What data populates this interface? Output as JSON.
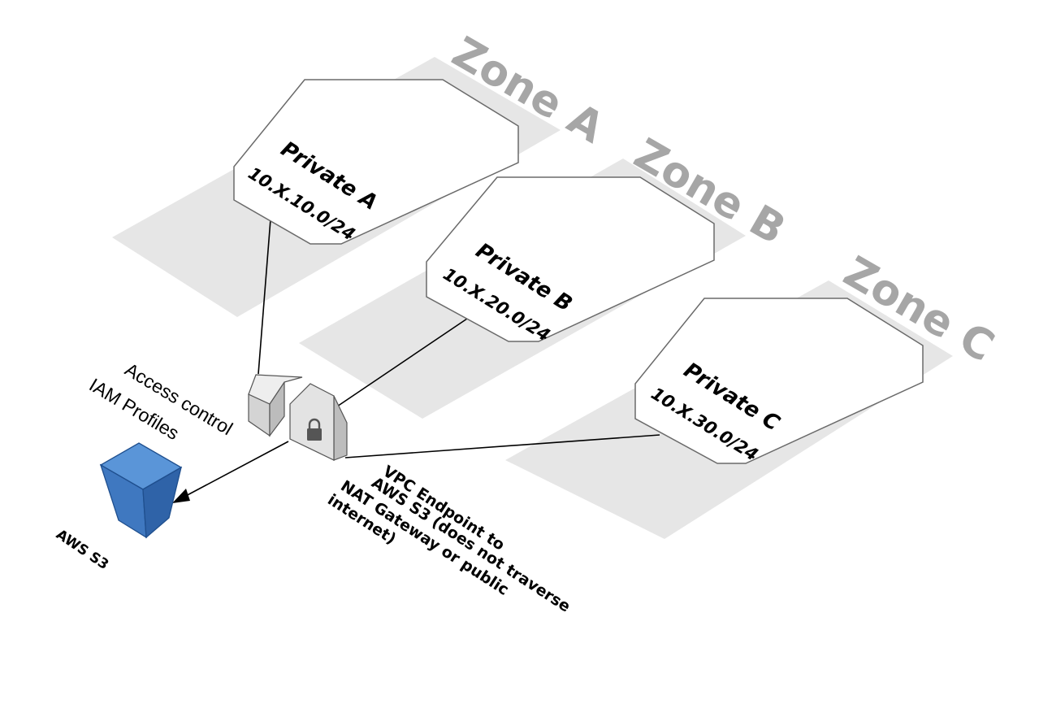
{
  "zones": [
    {
      "label": "Zone A",
      "subnet": {
        "name": "Private A",
        "cidr": "10.X.10.0/24"
      }
    },
    {
      "label": "Zone B",
      "subnet": {
        "name": "Private B",
        "cidr": "10.X.20.0/24"
      }
    },
    {
      "label": "Zone C",
      "subnet": {
        "name": "Private C",
        "cidr": "10.X.30.0/24"
      }
    }
  ],
  "access_control": {
    "line1": "Access control",
    "line2": "IAM Profiles"
  },
  "endpoint": {
    "lines": [
      "VPC Endpoint to",
      "AWS S3 (does not traverse",
      "NAT Gateway or public",
      "internet)"
    ]
  },
  "s3": {
    "label": "AWS S3"
  },
  "icons": {
    "endpoint": "vpc-endpoint-lock-icon",
    "bucket": "s3-bucket-icon"
  },
  "colors": {
    "zone_plate": "#e6e6e6",
    "zone_label": "#a6a6a6",
    "bucket_front": "#3f78c0",
    "bucket_top": "#5a95d8"
  }
}
